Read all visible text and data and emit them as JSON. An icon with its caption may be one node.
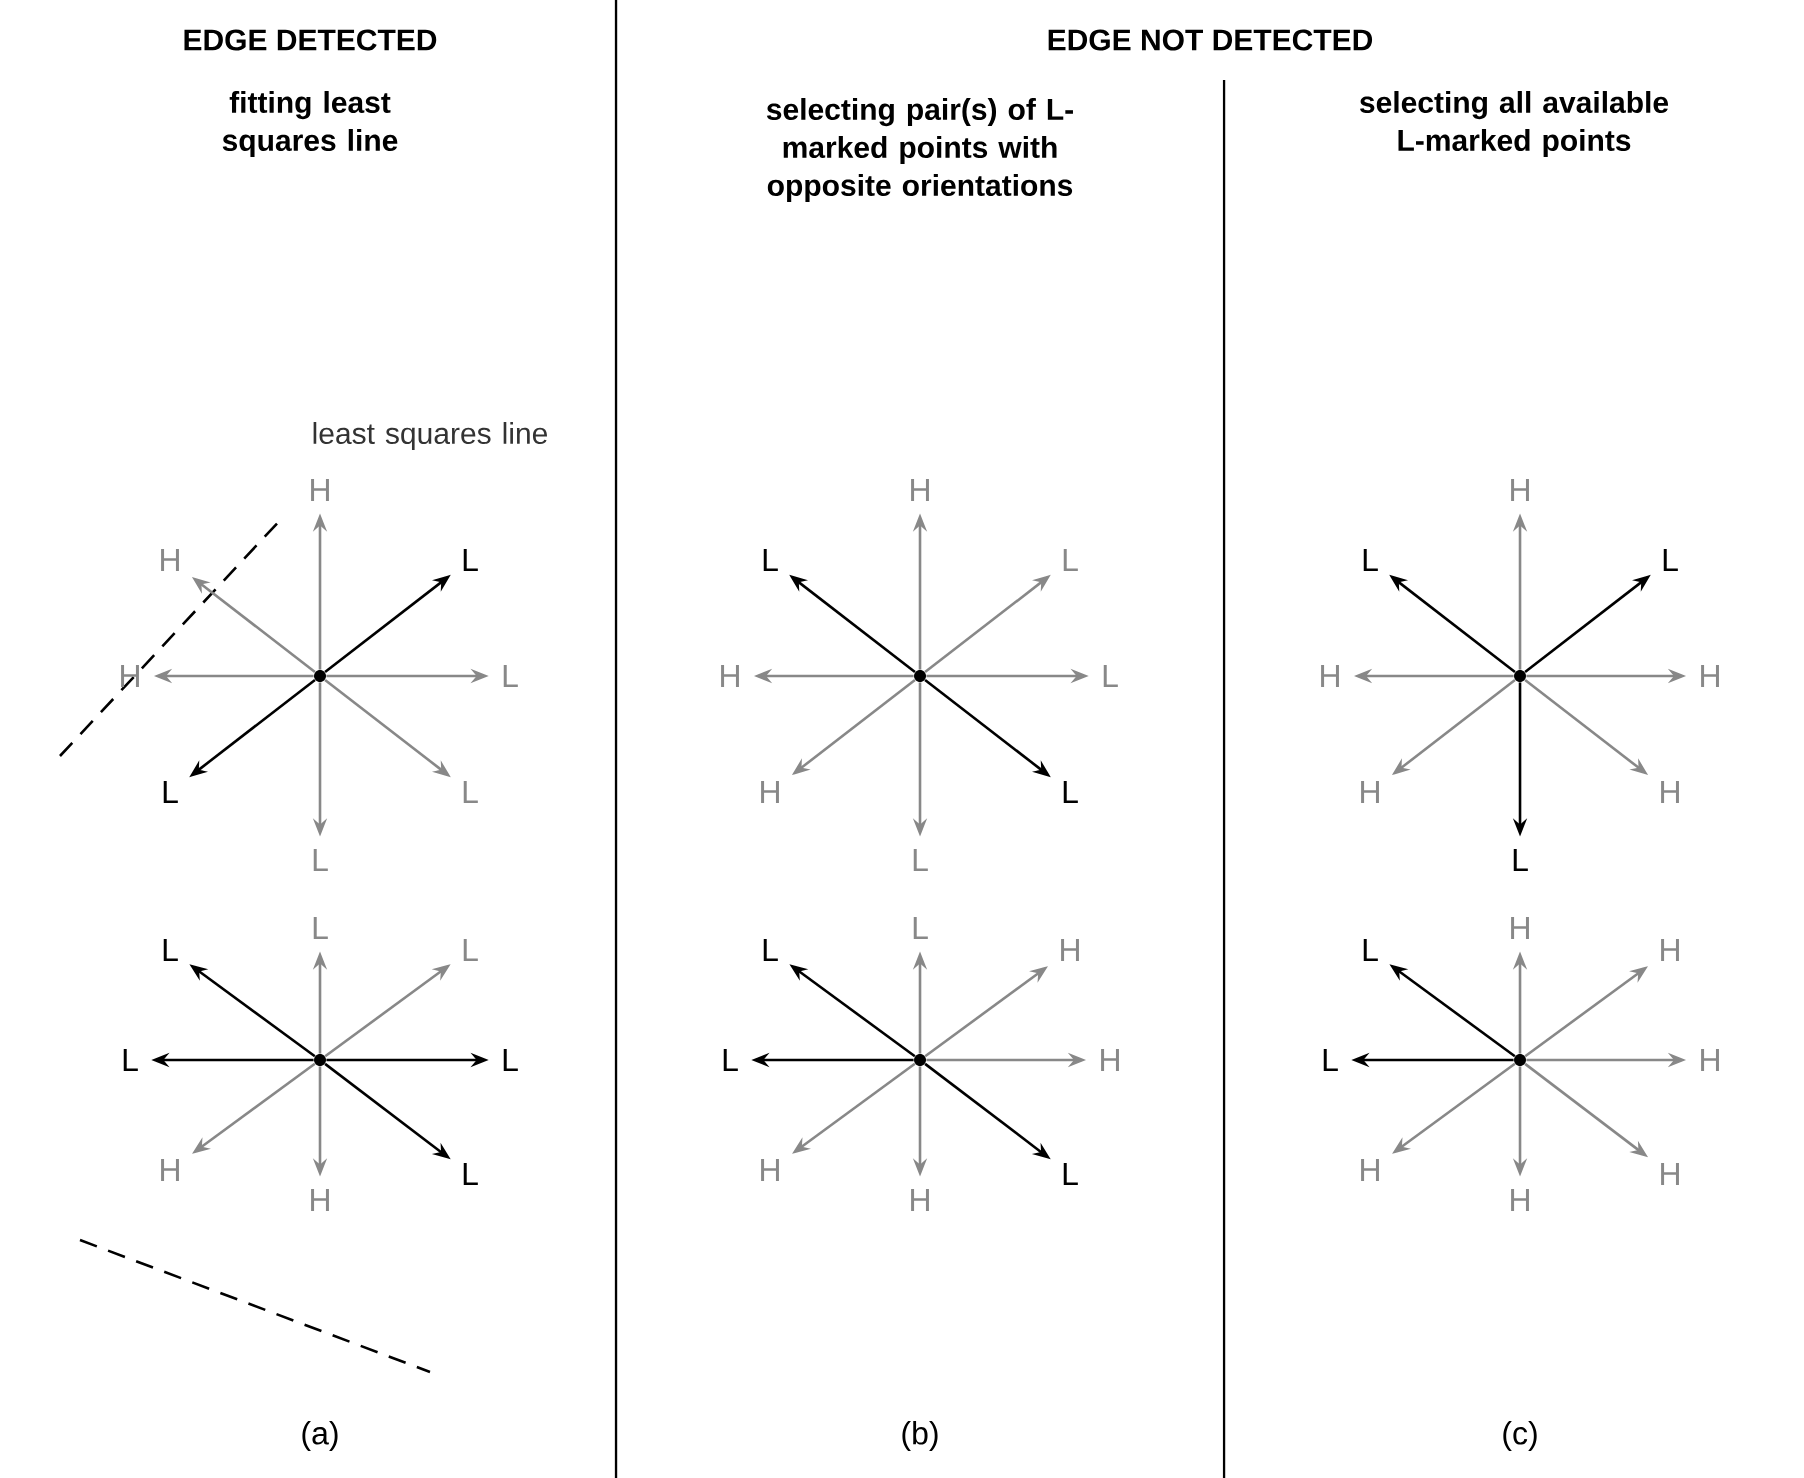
{
  "diagram": {
    "nodes": [
      {
        "text": [],
        "shape": "circle"
      },
      {
        "text": [
          "H"
        ]
      },
      {
        "text": [
          "L"
        ]
      },
      {
        "text": [
          "L"
        ]
      },
      {
        "text": [
          "L"
        ]
      },
      {
        "text": [
          "L"
        ]
      },
      {
        "text": [
          "L"
        ]
      },
      {
        "text": [
          "H"
        ]
      },
      {
        "text": [
          "H"
        ]
      },
      {
        "text": [],
        "shape": "circle"
      },
      {
        "text": [
          "H"
        ]
      },
      {
        "text": [
          "L"
        ]
      },
      {
        "text": [
          "L"
        ]
      },
      {
        "text": [
          "L"
        ]
      },
      {
        "text": [
          "L"
        ]
      },
      {
        "text": [
          "H"
        ]
      },
      {
        "text": [
          "H"
        ]
      },
      {
        "text": [
          "L"
        ]
      },
      {
        "text": [],
        "shape": "circle"
      },
      {
        "text": [
          "H"
        ]
      },
      {
        "text": [
          "L"
        ]
      },
      {
        "text": [
          "H"
        ]
      },
      {
        "text": [
          "H"
        ]
      },
      {
        "text": [
          "L"
        ]
      },
      {
        "text": [
          "H"
        ]
      },
      {
        "text": [
          "H"
        ]
      },
      {
        "text": [
          "L"
        ]
      },
      {
        "text": [],
        "shape": "circle"
      },
      {
        "text": [
          "L"
        ]
      },
      {
        "text": [
          "L"
        ]
      },
      {
        "text": [
          "L"
        ]
      },
      {
        "text": [
          "L"
        ]
      },
      {
        "text": [
          "H"
        ]
      },
      {
        "text": [
          "H"
        ]
      },
      {
        "text": [
          "L"
        ]
      },
      {
        "text": [
          "L"
        ]
      },
      {
        "text": [],
        "shape": "circle"
      },
      {
        "text": [
          "L"
        ]
      },
      {
        "text": [
          "H"
        ]
      },
      {
        "text": [
          "H"
        ]
      },
      {
        "text": [
          "L"
        ]
      },
      {
        "text": [
          "H"
        ]
      },
      {
        "text": [
          "H"
        ]
      },
      {
        "text": [
          "L"
        ]
      },
      {
        "text": [
          "L"
        ]
      },
      {
        "text": [],
        "shape": "circle"
      },
      {
        "text": [
          "H"
        ]
      },
      {
        "text": [
          "H"
        ]
      },
      {
        "text": [
          "H"
        ]
      },
      {
        "text": [
          "H"
        ]
      },
      {
        "text": [
          "H"
        ]
      },
      {
        "text": [
          "H"
        ]
      },
      {
        "text": [
          "L"
        ]
      },
      {
        "text": [
          "L"
        ]
      }
    ],
    "edges": [
      {
        "from": 0,
        "to": 1,
        "arrow": "to"
      },
      {
        "from": 0,
        "to": 2,
        "arrow": "to",
        "color": "#000000"
      },
      {
        "from": 0,
        "to": 3,
        "arrow": "to"
      },
      {
        "from": 0,
        "to": 4,
        "arrow": "to"
      },
      {
        "from": 0,
        "to": 5,
        "arrow": "to"
      },
      {
        "from": 0,
        "to": 6,
        "arrow": "to",
        "color": "#000000"
      },
      {
        "from": 0,
        "to": 7,
        "arrow": "to"
      },
      {
        "from": 0,
        "to": 8,
        "arrow": "to"
      },
      {
        "from": 9,
        "to": 10,
        "arrow": "to"
      },
      {
        "from": 9,
        "to": 11,
        "arrow": "to"
      },
      {
        "from": 9,
        "to": 12,
        "arrow": "to"
      },
      {
        "from": 9,
        "to": 13,
        "arrow": "to",
        "color": "#000000"
      },
      {
        "from": 9,
        "to": 14,
        "arrow": "to"
      },
      {
        "from": 9,
        "to": 15,
        "arrow": "to"
      },
      {
        "from": 9,
        "to": 16,
        "arrow": "to"
      },
      {
        "from": 9,
        "to": 17,
        "arrow": "to",
        "color": "#000000"
      },
      {
        "from": 18,
        "to": 19,
        "arrow": "to"
      },
      {
        "from": 18,
        "to": 20,
        "arrow": "to",
        "color": "#000000"
      },
      {
        "from": 18,
        "to": 21,
        "arrow": "to"
      },
      {
        "from": 18,
        "to": 22,
        "arrow": "to"
      },
      {
        "from": 18,
        "to": 23,
        "arrow": "to",
        "color": "#000000"
      },
      {
        "from": 18,
        "to": 24,
        "arrow": "to"
      },
      {
        "from": 18,
        "to": 25,
        "arrow": "to"
      },
      {
        "from": 18,
        "to": 26,
        "arrow": "to",
        "color": "#000000"
      },
      {
        "from": 27,
        "to": 28,
        "arrow": "to"
      },
      {
        "from": 27,
        "to": 29,
        "arrow": "to"
      },
      {
        "from": 27,
        "to": 30,
        "arrow": "to",
        "color": "#000000"
      },
      {
        "from": 27,
        "to": 31,
        "arrow": "to",
        "color": "#000000"
      },
      {
        "from": 27,
        "to": 32,
        "arrow": "to"
      },
      {
        "from": 27,
        "to": 33,
        "arrow": "to"
      },
      {
        "from": 27,
        "to": 34,
        "arrow": "to",
        "color": "#000000"
      },
      {
        "from": 27,
        "to": 35,
        "arrow": "to",
        "color": "#000000"
      },
      {
        "from": 36,
        "to": 37,
        "arrow": "to"
      },
      {
        "from": 36,
        "to": 38,
        "arrow": "to"
      },
      {
        "from": 36,
        "to": 39,
        "arrow": "to"
      },
      {
        "from": 36,
        "to": 40,
        "arrow": "to",
        "color": "#000000"
      },
      {
        "from": 36,
        "to": 41,
        "arrow": "to"
      },
      {
        "from": 36,
        "to": 42,
        "arrow": "to"
      },
      {
        "from": 36,
        "to": 43,
        "arrow": "to",
        "color": "#000000"
      },
      {
        "from": 36,
        "to": 44,
        "arrow": "to",
        "color": "#000000"
      },
      {
        "from": 45,
        "to": 46,
        "arrow": "to"
      },
      {
        "from": 45,
        "to": 47,
        "arrow": "to"
      },
      {
        "from": 45,
        "to": 48,
        "arrow": "to"
      },
      {
        "from": 45,
        "to": 49,
        "arrow": "to"
      },
      {
        "from": 45,
        "to": 50,
        "arrow": "to"
      },
      {
        "from": 45,
        "to": 51,
        "arrow": "to"
      },
      {
        "from": 45,
        "to": 52,
        "arrow": "to",
        "color": "#000000"
      },
      {
        "from": 45,
        "to": 53,
        "arrow": "to",
        "color": "#000000"
      }
    ],
    "labels": [
      "EDGE DETECTED",
      "EDGE NOT DETECTED",
      "fitting least squares line",
      "selecting pair(s) of L-marked points with opposite orientations",
      "selecting all available L-marked points",
      "least squares line",
      "(a)",
      "(b)",
      "(c)"
    ]
  }
}
